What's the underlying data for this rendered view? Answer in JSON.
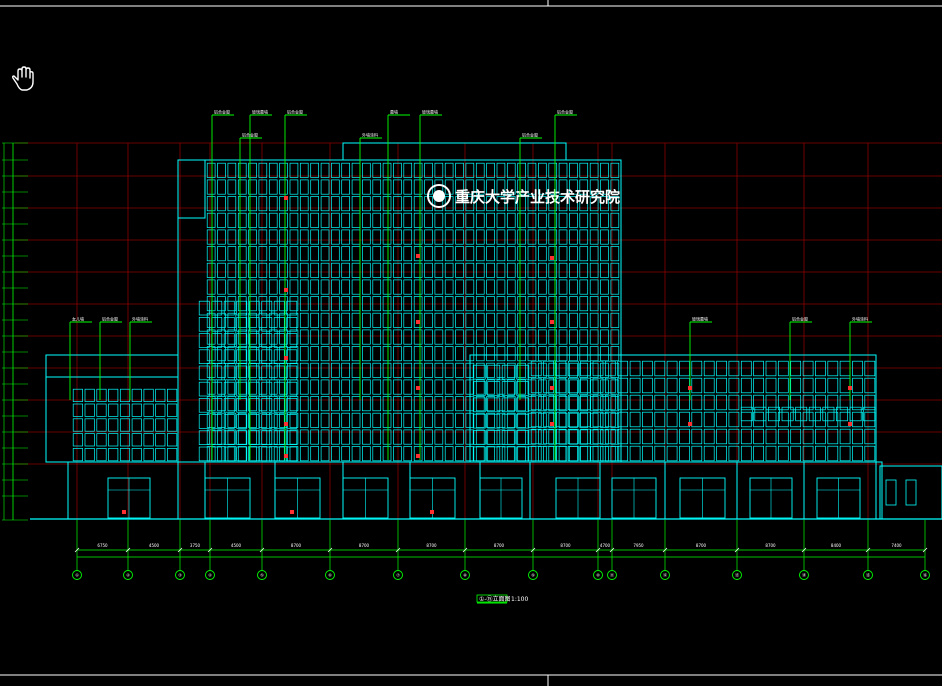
{
  "drawing": {
    "sign_text": "重庆大学产业技术研究院",
    "title_block_text": "①-⑮立面图",
    "scale_text": "1:100",
    "colors": {
      "background": "#000000",
      "building": "#00ffff",
      "grid": "#8b0000",
      "leader": "#00ff00",
      "frame": "#ffffff",
      "marker": "#ff0000"
    },
    "axis_labels": [
      "①",
      "②",
      "③",
      "④",
      "⑤",
      "⑥",
      "⑦",
      "⑧",
      "⑨",
      "⑩",
      "⑪",
      "⑫",
      "⑬",
      "⑭",
      "⑮",
      "⑯"
    ],
    "dimension_labels": [
      "6750",
      "4500",
      "3750",
      "4500",
      "8700",
      "8700",
      "8700",
      "8700",
      "8700",
      "4700",
      "7950",
      "8700",
      "8700",
      "8400",
      "7400"
    ],
    "annotation_tags": [
      "铝合金窗",
      "玻璃幕墙",
      "铝合金窗",
      "幕墙",
      "玻璃幕墙",
      "铝合金窗",
      "女儿墙",
      "铝合金窗",
      "外墙涂料",
      "玻璃幕墙",
      "铝合金窗",
      "外墙涂料",
      "铝合金窗",
      "外墙涂料",
      "铝合金窗"
    ]
  }
}
